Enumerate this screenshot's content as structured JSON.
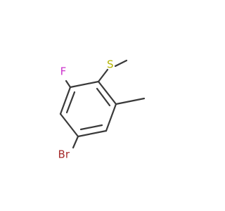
{
  "molecule": {
    "atoms": {
      "sulfur": {
        "symbol": "S",
        "color": "#b5b500"
      },
      "fluorine": {
        "symbol": "F",
        "color": "#cc33cc"
      },
      "bromine": {
        "symbol": "Br",
        "color": "#a52a2a"
      }
    },
    "bond_color": "#3a3a3a"
  }
}
